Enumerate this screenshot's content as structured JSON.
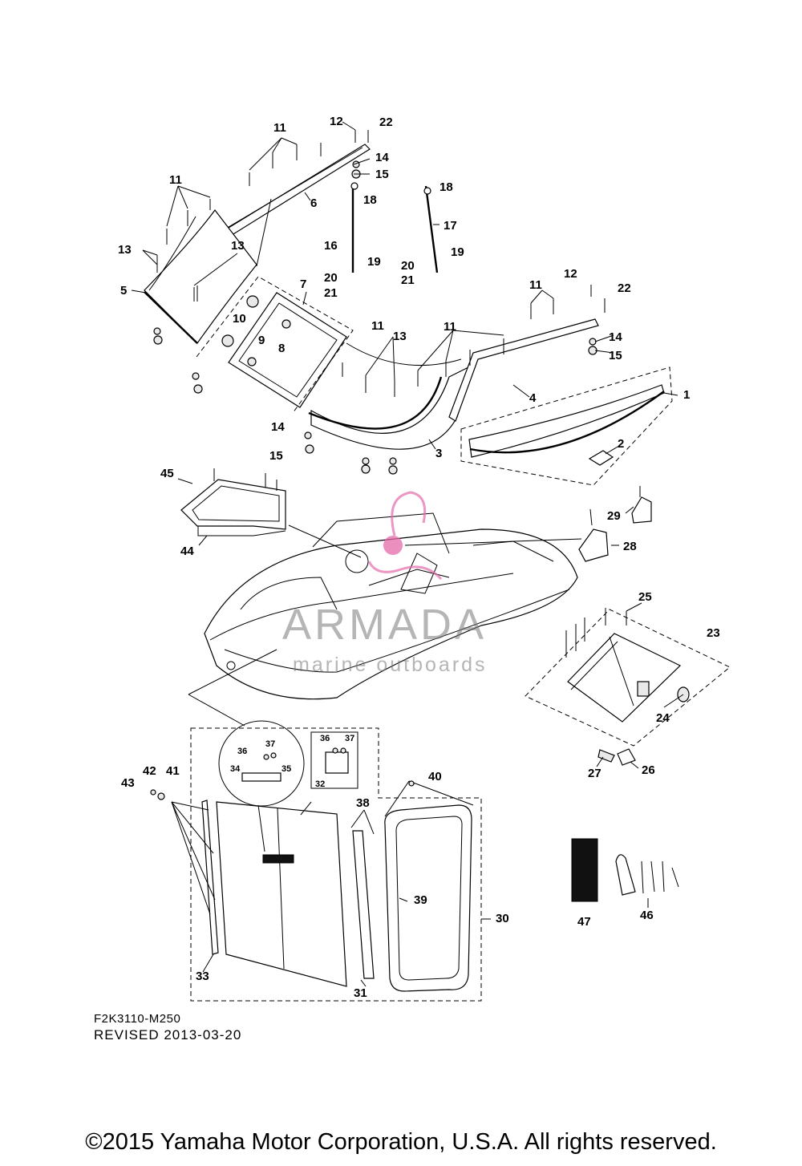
{
  "diagram": {
    "code": "F2K3110-M250",
    "revised": "REVISED 2013-03-20",
    "copyright": "©2015 Yamaha Motor Corporation, U.S.A. All rights reserved."
  },
  "watermark": {
    "brand": "ARMADA",
    "tagline": "marine outboards",
    "accent_color": "#e46aa9"
  },
  "callouts": [
    {
      "id": "1",
      "label": "1"
    },
    {
      "id": "2",
      "label": "2"
    },
    {
      "id": "3",
      "label": "3"
    },
    {
      "id": "4",
      "label": "4"
    },
    {
      "id": "5",
      "label": "5"
    },
    {
      "id": "6",
      "label": "6"
    },
    {
      "id": "7",
      "label": "7"
    },
    {
      "id": "8",
      "label": "8"
    },
    {
      "id": "9",
      "label": "9"
    },
    {
      "id": "10",
      "label": "10"
    },
    {
      "id": "11",
      "label": "11"
    },
    {
      "id": "12",
      "label": "12"
    },
    {
      "id": "13",
      "label": "13"
    },
    {
      "id": "14",
      "label": "14"
    },
    {
      "id": "15",
      "label": "15"
    },
    {
      "id": "16",
      "label": "16"
    },
    {
      "id": "17",
      "label": "17"
    },
    {
      "id": "18",
      "label": "18"
    },
    {
      "id": "19",
      "label": "19"
    },
    {
      "id": "20",
      "label": "20"
    },
    {
      "id": "21",
      "label": "21"
    },
    {
      "id": "22",
      "label": "22"
    },
    {
      "id": "23",
      "label": "23"
    },
    {
      "id": "24",
      "label": "24"
    },
    {
      "id": "25",
      "label": "25"
    },
    {
      "id": "26",
      "label": "26"
    },
    {
      "id": "27",
      "label": "27"
    },
    {
      "id": "28",
      "label": "28"
    },
    {
      "id": "29",
      "label": "29"
    },
    {
      "id": "30",
      "label": "30"
    },
    {
      "id": "31",
      "label": "31"
    },
    {
      "id": "32",
      "label": "32"
    },
    {
      "id": "33",
      "label": "33"
    },
    {
      "id": "34",
      "label": "34"
    },
    {
      "id": "35",
      "label": "35"
    },
    {
      "id": "36",
      "label": "36"
    },
    {
      "id": "37",
      "label": "37"
    },
    {
      "id": "38",
      "label": "38"
    },
    {
      "id": "39",
      "label": "39"
    },
    {
      "id": "40",
      "label": "40"
    },
    {
      "id": "41",
      "label": "41"
    },
    {
      "id": "42",
      "label": "42"
    },
    {
      "id": "43",
      "label": "43"
    },
    {
      "id": "44",
      "label": "44"
    },
    {
      "id": "45",
      "label": "45"
    },
    {
      "id": "46",
      "label": "46"
    },
    {
      "id": "47",
      "label": "47"
    }
  ]
}
